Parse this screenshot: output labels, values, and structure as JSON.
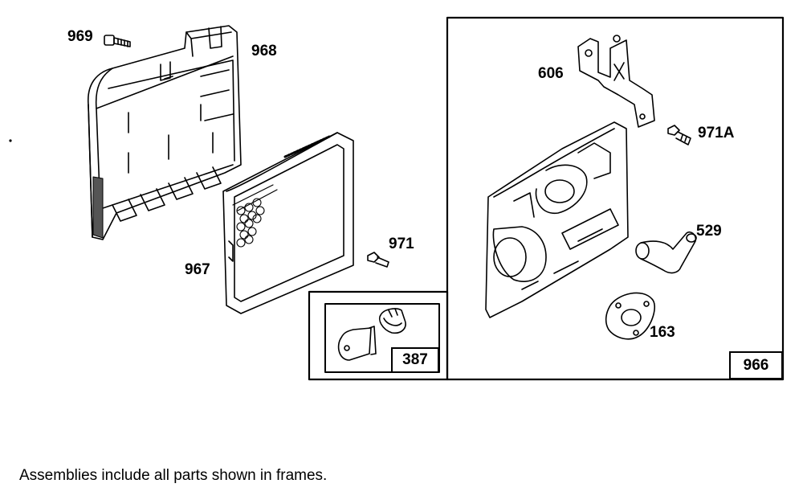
{
  "parts": {
    "p969": "969",
    "p968": "968",
    "p967": "967",
    "p971": "971",
    "p606": "606",
    "p971a": "971A",
    "p529": "529",
    "p163": "163"
  },
  "frames": {
    "kit_label": "387",
    "assembly_label": "966"
  },
  "footer_note": "Assemblies include all parts shown in frames."
}
